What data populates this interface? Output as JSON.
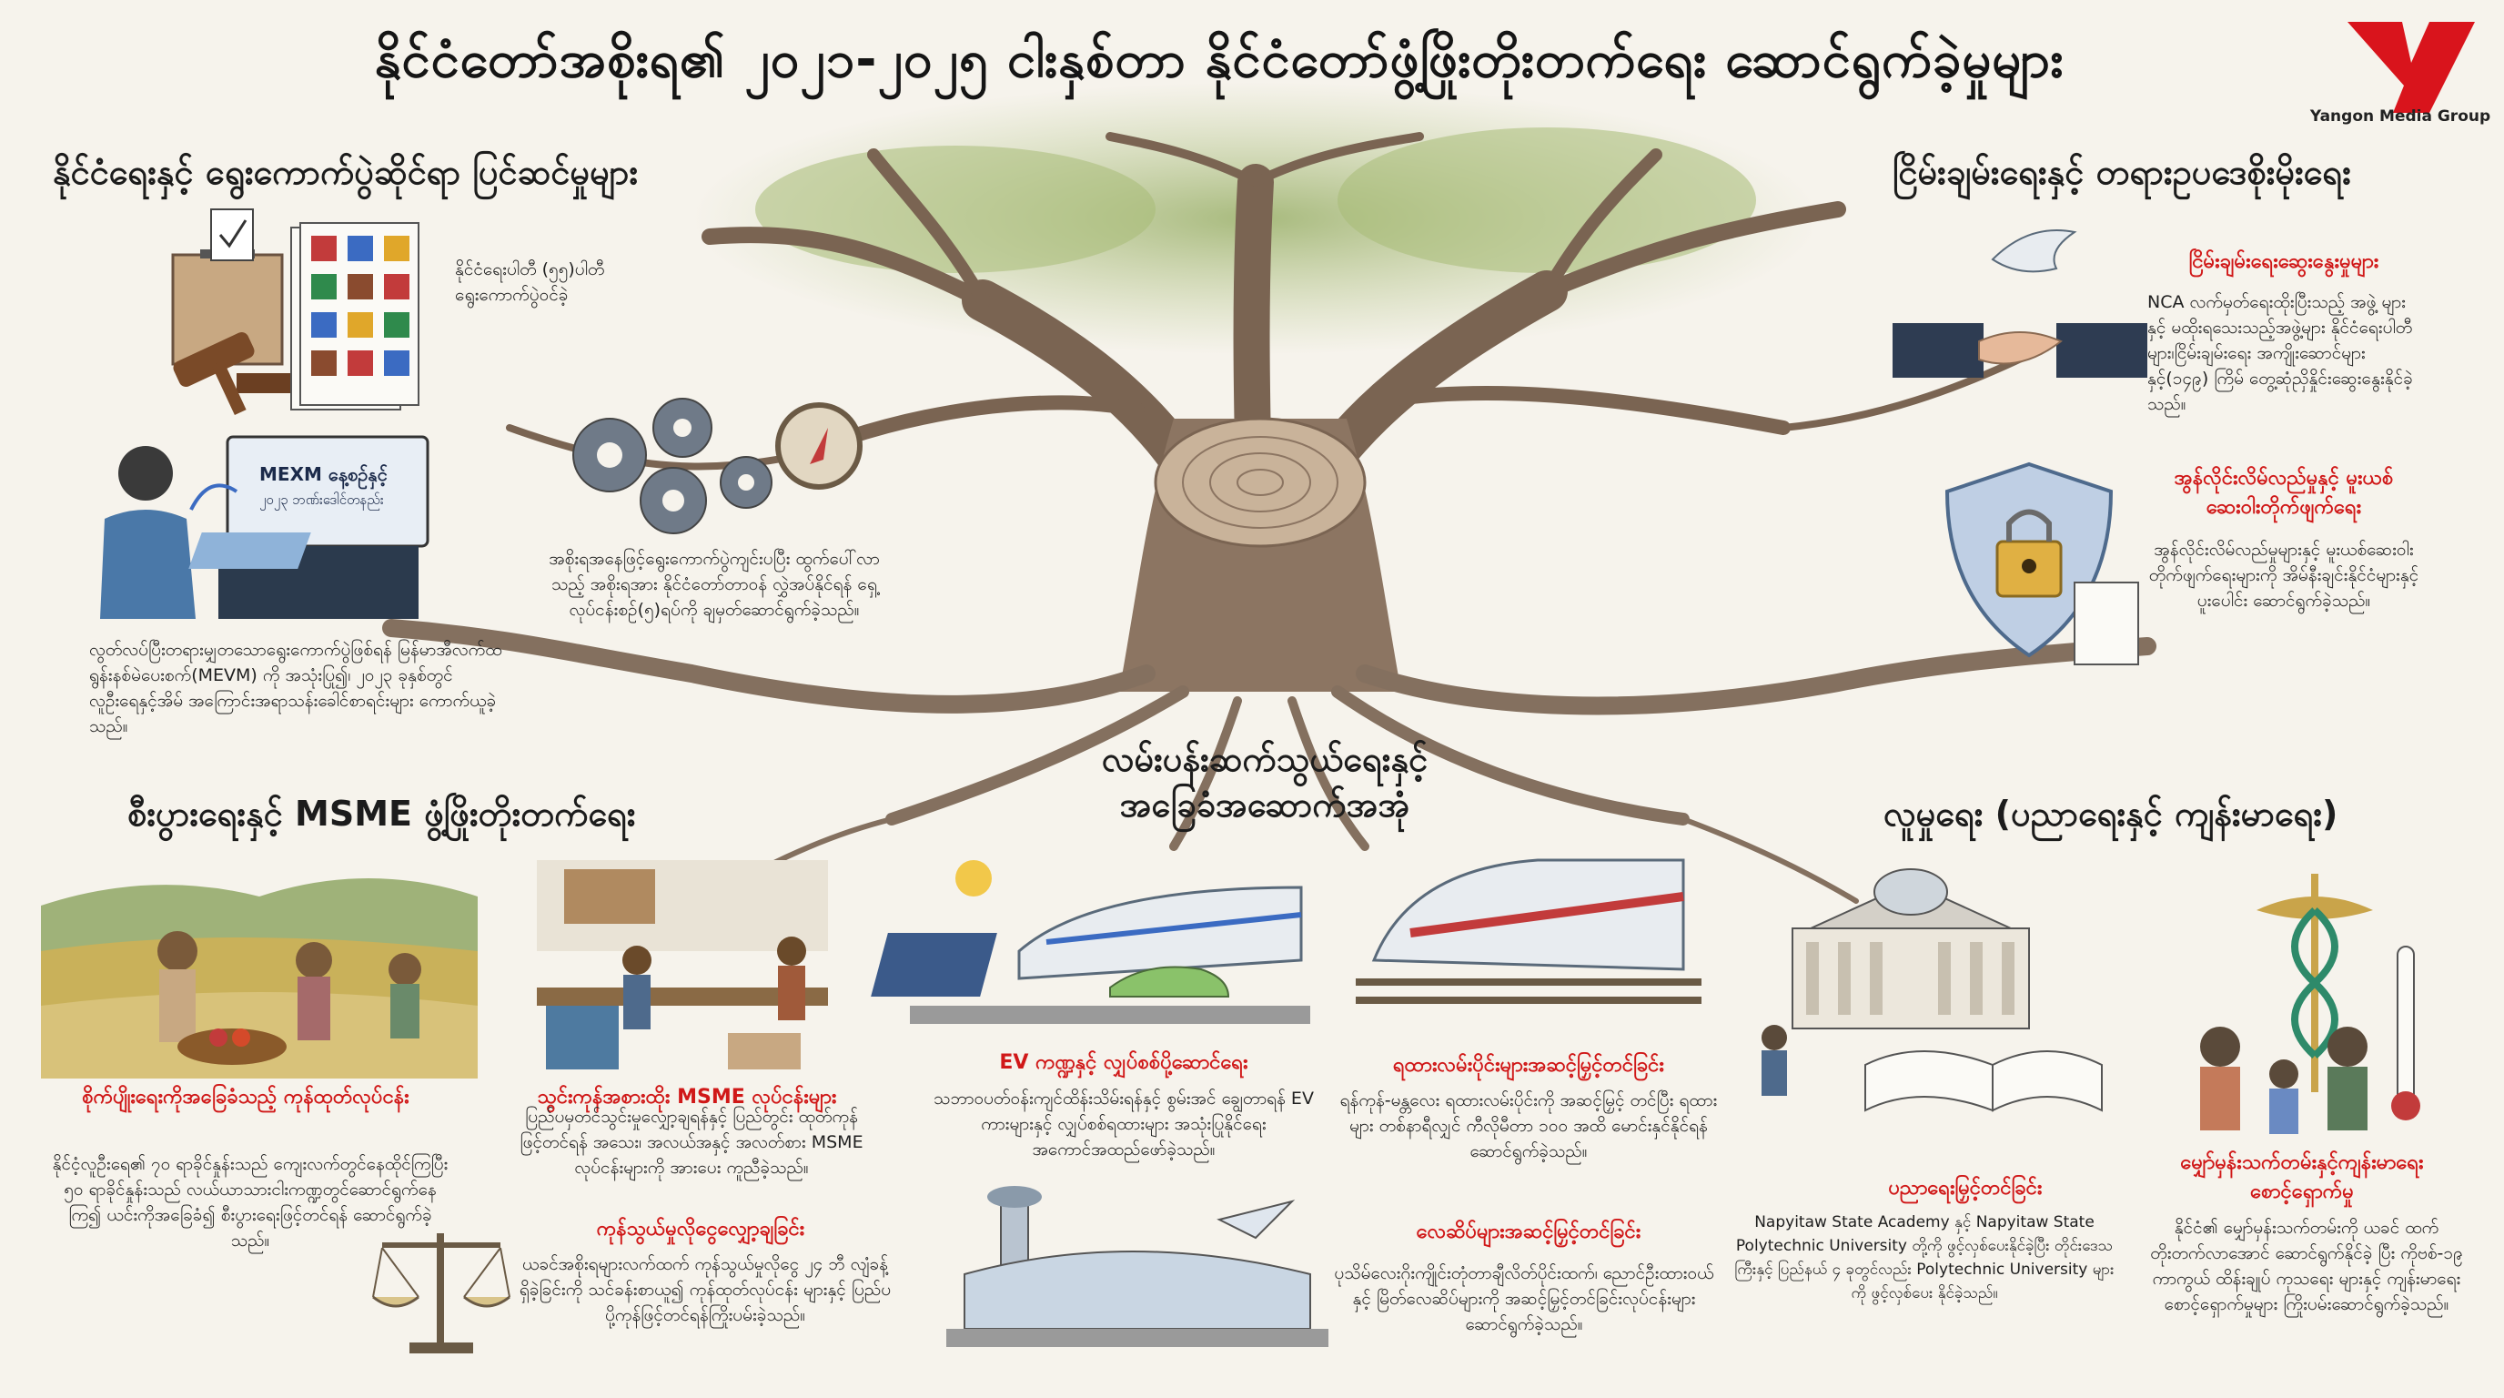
{
  "title": "နိုင်ငံတော်အစိုးရ၏ ၂၀၂၁-၂၀၂၅ ငါးနှစ်တာ နိုင်ငံတော်ဖွံ့ဖြိုးတိုးတက်ရေး ဆောင်ရွက်ခဲ့မှုများ",
  "logo": {
    "brand": "Yangon Media Group",
    "mark": "Y",
    "color": "#d9141c"
  },
  "sections": {
    "politics": {
      "heading": "နိုင်ငံရေးနှင့် ရွေးကောက်ပွဲဆိုင်ရာ ပြင်ဆင်မှုများ",
      "note1": "နိုင်ငံရေးပါတီ (၅၅)ပါတီ ရွေးကောက်ပွဲဝင်ခဲ့",
      "machine_screen_1": "MEXM နေ့စဉ်နှင့်",
      "machine_screen_2": "၂၀၂၃ ဘဏ်းဒေါင်တနည်း",
      "note2": "လွတ်လပ်ပြီးတရားမျှတသောရွေးကောက်ပွဲဖြစ်ရန် မြန်မာအီလက်ထရွန်းနစ်မဲပေးစက်(MEVM) ကို အသုံးပြု၍၊ ၂၀၂၃ ခုနှစ်တွင် လူဦးရေနှင့်အိမ် အကြောင်းအရာသန်းခေါင်စာရင်းများ ကောက်ယူခဲ့သည်။",
      "note3": "အစိုးရအနေဖြင့်ရွေးကောက်ပွဲကျင်းပပြီး ထွက်ပေါ်လာသည့် အစိုးရအား နိုင်ငံတော်တာဝန် လွှဲအပ်နိုင်ရန် ရှေ့လုပ်ငန်းစဉ်(၅)ရပ်ကို ချမှတ်ဆောင်ရွက်ခဲ့သည်။"
    },
    "peace": {
      "heading": "ငြိမ်းချမ်းရေးနှင့် တရားဥပဒေစိုးမိုးရေး",
      "sub1": "ငြိမ်းချမ်းရေးဆွေးနွေးမှုများ",
      "text1": "NCA လက်မှတ်ရေးထိုးပြီးသည့် အဖွဲ့ များနှင့် မထိုးရသေးသည့်အဖွဲ့များ နိုင်ငံရေးပါတီများ၊ငြိမ်းချမ်းရေး အကျိုးဆောင်များနှင့်(၁၄၉) ကြိမ် တွေ့ဆုံညှိနှိုင်းဆွေးနွေးနိုင်ခဲ့သည်။",
      "sub2": "အွန်လိုင်းလိမ်လည်မှုနှင့် မူးယစ်ဆေးဝါးတိုက်ဖျက်ရေး",
      "text2": "အွန်လိုင်းလိမ်လည်မှုများနှင့် မူးယစ်ဆေးဝါးတိုက်ဖျက်ရေးများကို အိမ်နီးချင်းနိုင်ငံများနှင့် ပူးပေါင်း ဆောင်ရွက်ခဲ့သည်။"
    },
    "economy": {
      "heading": "စီးပွားရေးနှင့် MSME ဖွံ့ဖြိုးတိုးတက်ရေး",
      "sub1": "စိုက်ပျိုးရေးကိုအခြေခံသည့် ကုန်ထုတ်လုပ်ငန်း",
      "text1": "နိုင်ငံ့လူဦးရေ၏ ၇၀ ရာခိုင်နှုန်းသည် ကျေးလက်တွင်နေထိုင်ကြပြီး ၅၀ ရာခိုင်နှုန်းသည် လယ်ယာသားငါးကဏ္ဍတွင်ဆောင်ရွက်နေကြ၍ ယင်းကိုအခြေခံ၍ စီးပွားရေးဖြင့်တင်ရန် ဆောင်ရွက်ခဲ့သည်။",
      "sub2": "သွင်းကုန်အစားထိုး MSME လုပ်ငန်းများ",
      "text2": "ပြည်ပမှတင်သွင်းမှုလျှော့ချရန်နှင့် ပြည်တွင်း ထုတ်ကုန် ဖြင့်တင်ရန် အသေး၊ အလယ်အနှင့် အလတ်စား MSME လုပ်ငန်းများကို အားပေး ကူညီခဲ့သည်။",
      "sub3": "ကုန်သွယ်မှုလိုငွေလျှော့ချခြင်း",
      "text3": "ယခင်အစိုးရများလက်ထက် ကုန်သွယ်မှုလိုငွေ ၂၄ ဘီ လျံခန့်ရှိခဲ့ခြင်းကို သင်ခန်းစာယူ၍ ကုန်ထုတ်လုပ်ငန်း များနှင့် ပြည်ပပို့ကုန်ဖြင့်တင်ရန်ကြိုးပမ်းခဲ့သည်။"
    },
    "infrastructure": {
      "heading_line1": "လမ်းပန်းဆက်သွယ်ရေးနှင့်",
      "heading_line2": "အခြေခံအဆောက်အအုံ",
      "sub1": "EV ကဏ္ဍနှင့် လျှပ်စစ်ပို့ဆောင်ရေး",
      "text1": "သဘာဝပတ်ဝန်းကျင်ထိန်းသိမ်းရန်နှင့် စွမ်းအင် ချွေတာရန် EV ကားများနှင့် လျှပ်စစ်ရထားများ အသုံးပြုနိုင်ရေး အကောင်အထည်ဖော်ခဲ့သည်။",
      "sub2": "ရထားလမ်းပိုင်းများအဆင့်မြှင့်တင်ခြင်း",
      "text2": "ရန်ကုန်-မန္တလေး ရထားလမ်းပိုင်းကို အဆင့်မြှင့် တင်ပြီး ရထားများ တစ်နာရီလျှင် ကီလိုမီတာ ၁၀၀ အထိ မောင်းနှင်နိုင်ရန် ဆောင်ရွက်ခဲ့သည်။",
      "sub3": "လေဆိပ်များအဆင့်မြှင့်တင်ခြင်း",
      "text3": "ပုသိမ်လေးဂိုးကျိုင်းတုံတာချီလိတ်ပိုင်းထက်၊ ညောင်ဦးထားဝယ် နှင့် မြိတ်လေဆိပ်များကို အဆင့်မြှင့်တင်ခြင်းလုပ်ငန်းများဆောင်ရွက်ခဲ့သည်။"
    },
    "social": {
      "heading": "လူမှုရေး (ပညာရေးနှင့် ကျန်းမာရေး)",
      "sub1": "ပညာရေးမြှင့်တင်ခြင်း",
      "text1": "Napyitaw State Academy နှင့်  Napyitaw State Polytechnic University တို့ကို ဖွင့်လှစ်ပေးနိုင်ခဲ့ပြီး တိုင်းဒေသကြီးနှင့် ပြည်နယ် ၄ ခုတွင်လည်း Polytechnic University များကို ဖွင့်လှစ်ပေး နိုင်ခဲ့သည်။",
      "sub2": "မျှော်မှန်းသက်တမ်းနှင့်ကျန်းမာရေး စောင့်ရှောက်မှု",
      "text2": "နိုင်ငံ၏ မျှော်မှန်းသက်တမ်းကို ယခင် ထက်တိုးတက်လာအောင် ဆောင်ရွက်နိုင်ခဲ့ ပြီး ကိုဗစ်-၁၉ ကာကွယ် ထိန်းချုပ် ကုသရေး များနှင့် ကျန်းမာရေးစောင့်ရှောက်မှုများ ကြိုးပမ်းဆောင်ရွက်ခဲ့သည်။"
    }
  }
}
